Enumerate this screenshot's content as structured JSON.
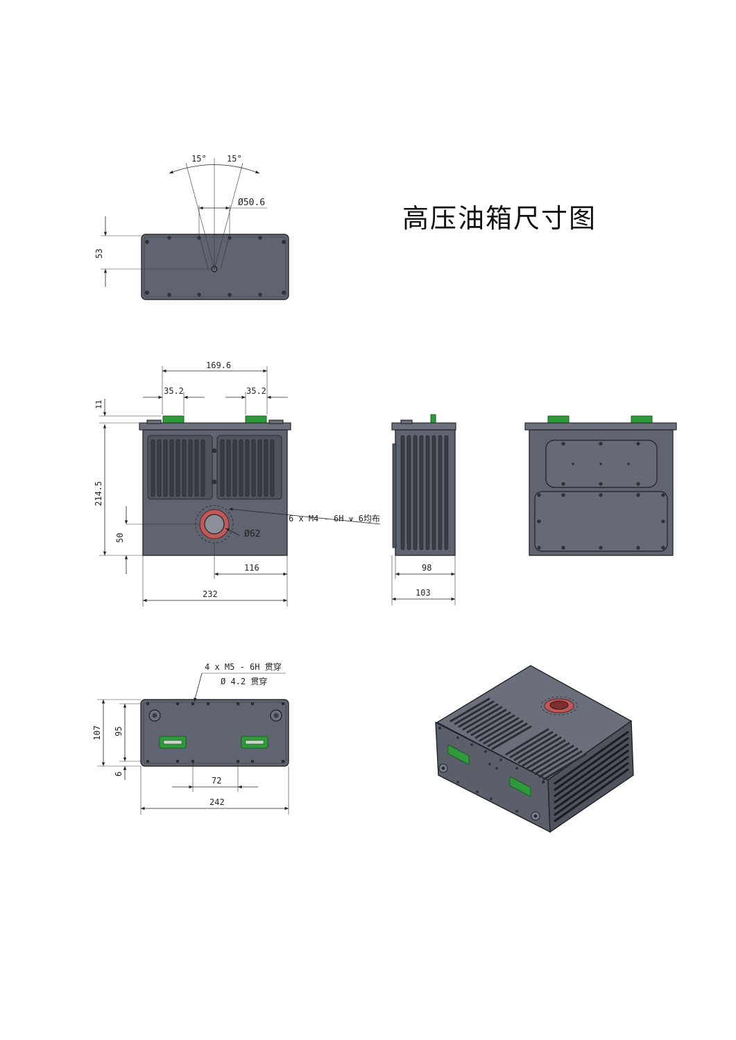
{
  "title": "高压油箱尺寸图",
  "top_view": {
    "angle_left": "15°",
    "angle_right": "15°",
    "hole_dia": "Ø50.6",
    "height": "53"
  },
  "front_view": {
    "width_top": "169.6",
    "conn_left": "35.2",
    "conn_right": "35.2",
    "conn_height": "11",
    "height": "214.5",
    "port_height": "50",
    "port_offset": "116",
    "width": "232",
    "port_dia": "Ø62",
    "thread_note": "6 x M4 - 6H ⩛ 6均布"
  },
  "side_view": {
    "depth_inner": "98",
    "depth": "103"
  },
  "bottom_view": {
    "note_line1": "4 x  M5 - 6H 贯穿",
    "note_line2": "Ø 4.2 贯穿",
    "height_total": "107",
    "height_inner": "95",
    "edge": "6",
    "conn_spacing": "72",
    "width": "242"
  },
  "colors": {
    "housing": "#5f6470",
    "connector": "#2f9a3a",
    "seal": "#c05a5a"
  }
}
